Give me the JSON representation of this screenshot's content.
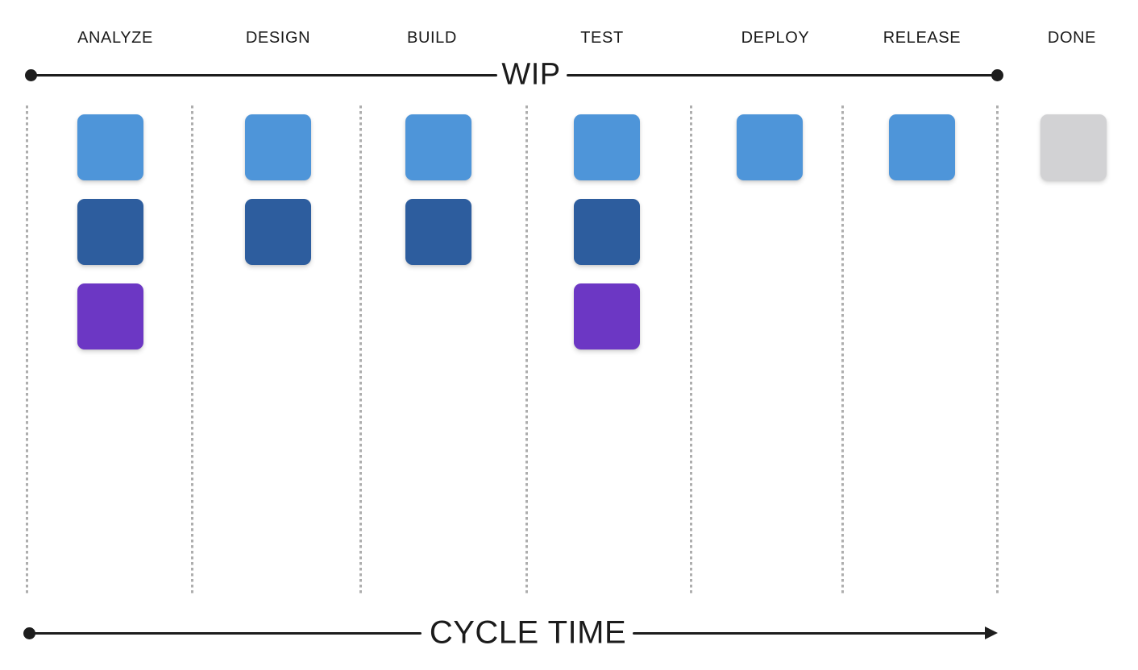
{
  "diagram": {
    "wip_label": "WIP",
    "cycle_time_label": "CYCLE TIME",
    "columns": [
      {
        "label": "ANALYZE",
        "cards": [
          "blue",
          "dark_blue",
          "purple"
        ]
      },
      {
        "label": "DESIGN",
        "cards": [
          "blue",
          "dark_blue"
        ]
      },
      {
        "label": "BUILD",
        "cards": [
          "blue",
          "dark_blue"
        ]
      },
      {
        "label": "TEST",
        "cards": [
          "blue",
          "dark_blue",
          "purple"
        ]
      },
      {
        "label": "DEPLOY",
        "cards": [
          "blue"
        ]
      },
      {
        "label": "RELEASE",
        "cards": [
          "blue"
        ]
      },
      {
        "label": "DONE",
        "cards": [
          "gray"
        ]
      }
    ],
    "card_colors": {
      "blue": "#4E95D9",
      "dark_blue": "#2D5D9E",
      "purple": "#6C37C4",
      "gray": "#D2D2D4"
    },
    "line_color": "#1D1D1D",
    "separator_color": "#AEAEAE",
    "text_color": "#1B1B1B"
  }
}
